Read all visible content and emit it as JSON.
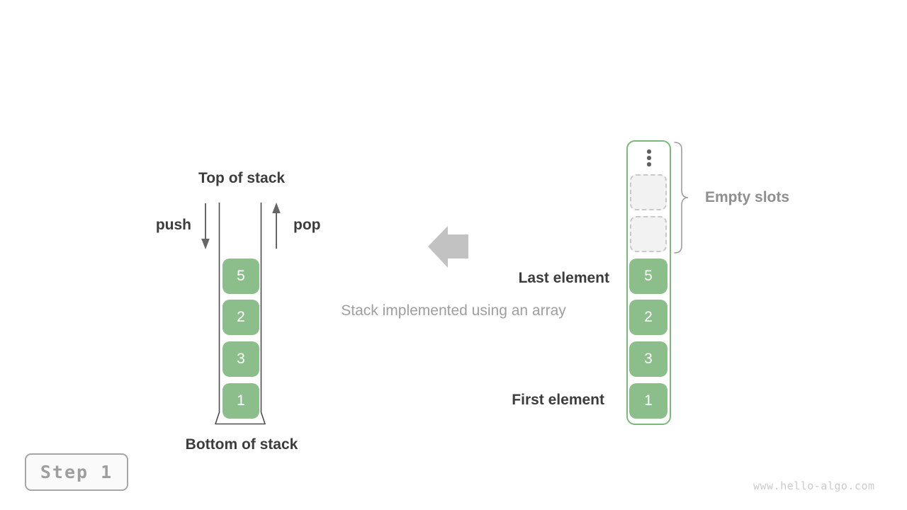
{
  "colors": {
    "green_fill": "#8CBE8C",
    "green_border": "#7CB87C",
    "dark_text": "#3C3C3C",
    "gray_text": "#9E9E9E",
    "block_arrow_gray": "#C2C2C2",
    "slot_fill": "#F2F2F2",
    "slot_border": "#C9C9C9"
  },
  "left_stack": {
    "top_label": "Top of stack",
    "push_label": "push",
    "pop_label": "pop",
    "bottom_label": "Bottom of stack",
    "elements": [
      "5",
      "2",
      "3",
      "1"
    ]
  },
  "caption": "Stack implemented using an array",
  "right_array": {
    "empty_slots_label": "Empty slots",
    "empty_slot_count": 2,
    "last_element_label": "Last element",
    "first_element_label": "First element",
    "elements": [
      "5",
      "2",
      "3",
      "1"
    ]
  },
  "icons": {
    "push_arrow": "down-arrow",
    "pop_arrow": "up-arrow",
    "transform_arrow": "left-block-arrow",
    "ellipsis": "vertical-ellipsis",
    "brace": "right-curly-brace"
  },
  "footer": {
    "step_label": "Step 1",
    "watermark": "www.hello-algo.com"
  }
}
